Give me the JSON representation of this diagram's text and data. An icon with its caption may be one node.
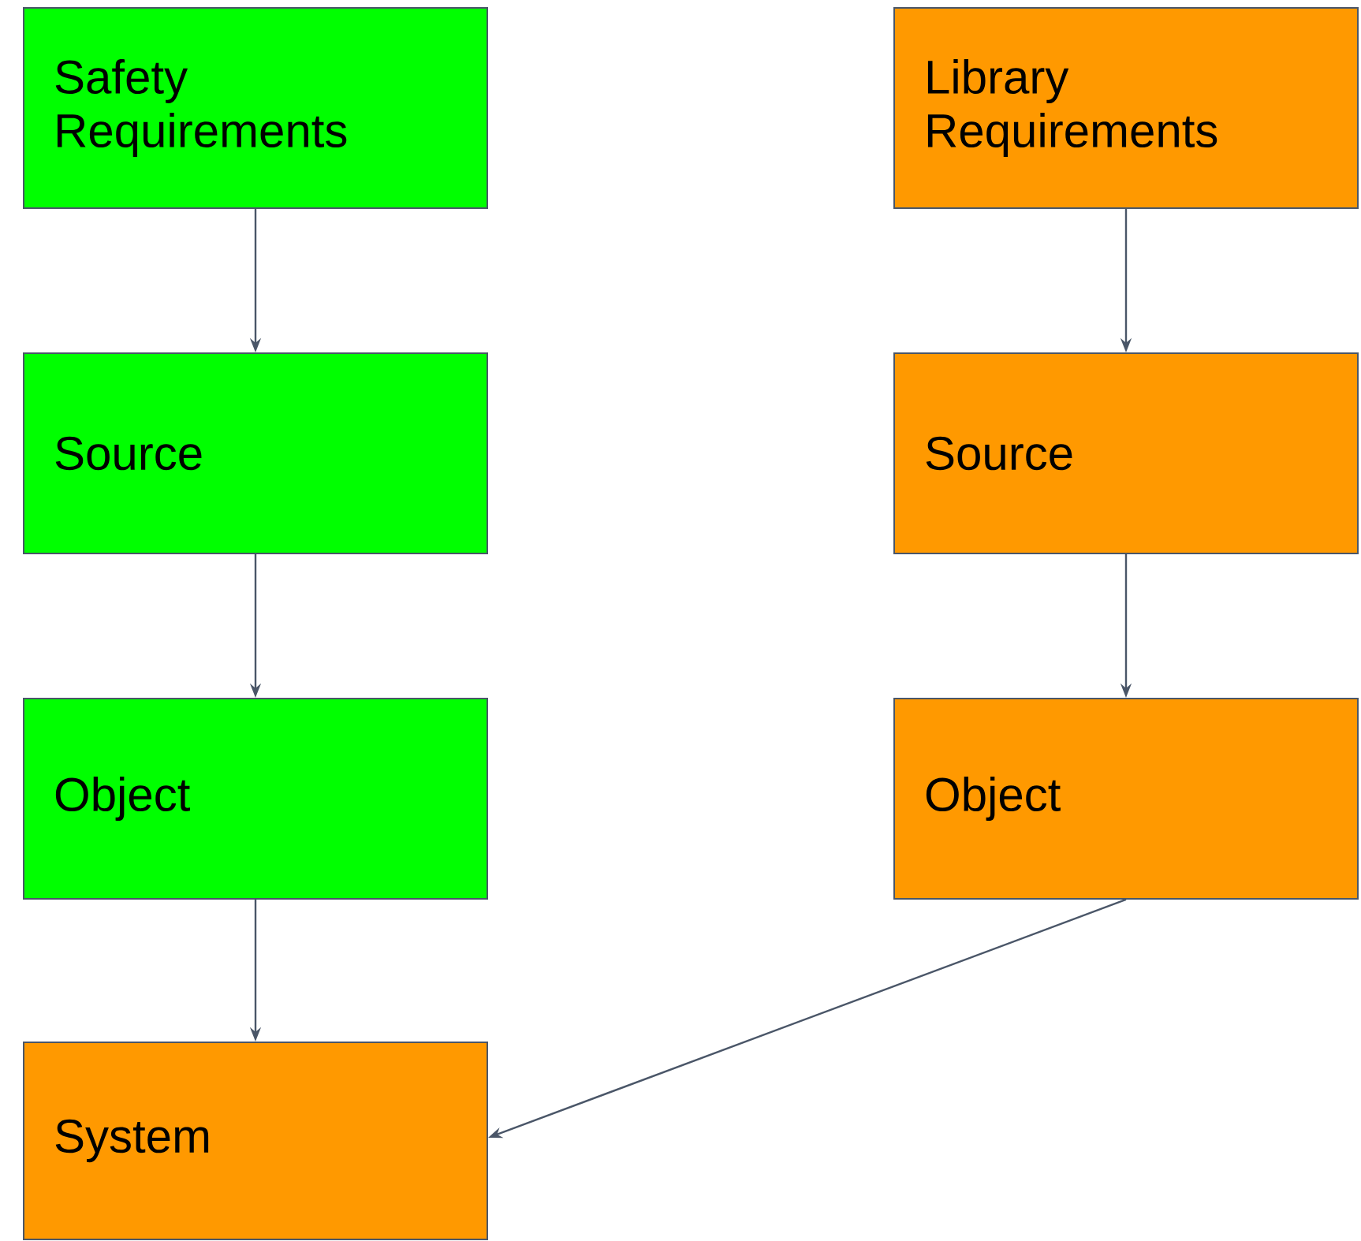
{
  "diagram": {
    "nodes": [
      {
        "text": [
          "Safety Requirements"
        ]
      },
      {
        "text": [
          "Library Requirements"
        ]
      },
      {
        "text": [
          "Source"
        ]
      },
      {
        "text": [
          "Source"
        ]
      },
      {
        "text": [
          "Object"
        ]
      },
      {
        "text": [
          "Object"
        ]
      },
      {
        "text": [
          "System"
        ]
      }
    ],
    "edges": [
      {
        "from": 0,
        "to": 2,
        "arrow": "to"
      },
      {
        "from": 2,
        "to": 4,
        "arrow": "to"
      },
      {
        "from": 4,
        "to": 6,
        "arrow": "to"
      },
      {
        "from": 1,
        "to": 3,
        "arrow": "to"
      },
      {
        "from": 3,
        "to": 5,
        "arrow": "to"
      },
      {
        "from": 5,
        "to": 6,
        "arrow": "to"
      }
    ]
  }
}
